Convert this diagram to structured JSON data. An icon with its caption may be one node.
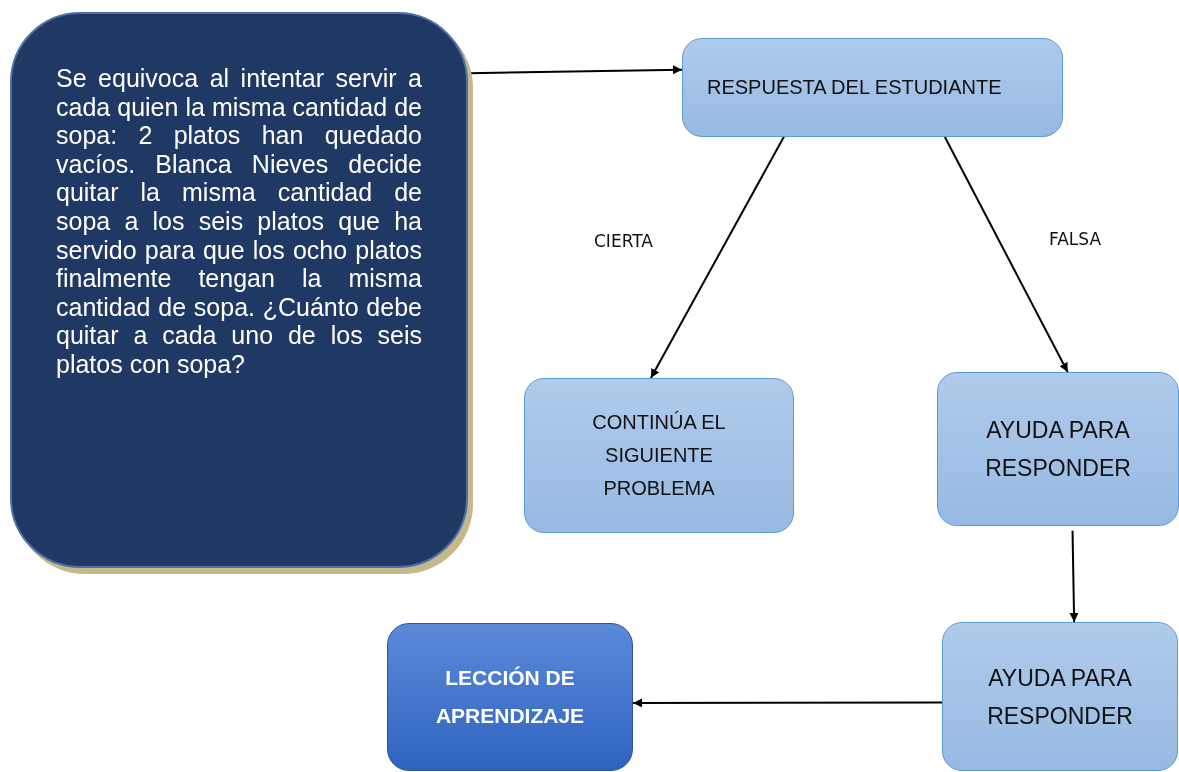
{
  "diagram": {
    "nodes": [
      {
        "text": [
          "Se equivoca al intentar servir a cada quien la misma cantidad de sopa: 2 platos han quedado vacíos. Blanca Nieves decide quitar la misma cantidad de sopa a los seis platos que ha servido para que los ocho platos finalmente tengan la misma cantidad de sopa. ¿Cuánto debe quitar a cada uno de los seis platos con sopa?"
        ]
      },
      {
        "text": [
          "RESPUESTA DEL ESTUDIANTE"
        ]
      },
      {
        "text": [
          "CONTINÚA EL SIGUIENTE PROBLEMA"
        ]
      },
      {
        "text": [
          "AYUDA PARA RESPONDER"
        ]
      },
      {
        "text": [
          "AYUDA PARA RESPONDER"
        ]
      },
      {
        "text": [
          "LECCIÓN DE APRENDIZAJE"
        ]
      }
    ],
    "edges": [
      {
        "from": 0,
        "to": 1,
        "arrow": "to"
      },
      {
        "from": 1,
        "to": 2,
        "arrow": "to",
        "label": "CIERTA"
      },
      {
        "from": 1,
        "to": 3,
        "arrow": "to",
        "label": "FALSA"
      },
      {
        "from": 3,
        "to": 4,
        "arrow": "to"
      },
      {
        "from": 4,
        "to": 5,
        "arrow": "to"
      }
    ]
  }
}
